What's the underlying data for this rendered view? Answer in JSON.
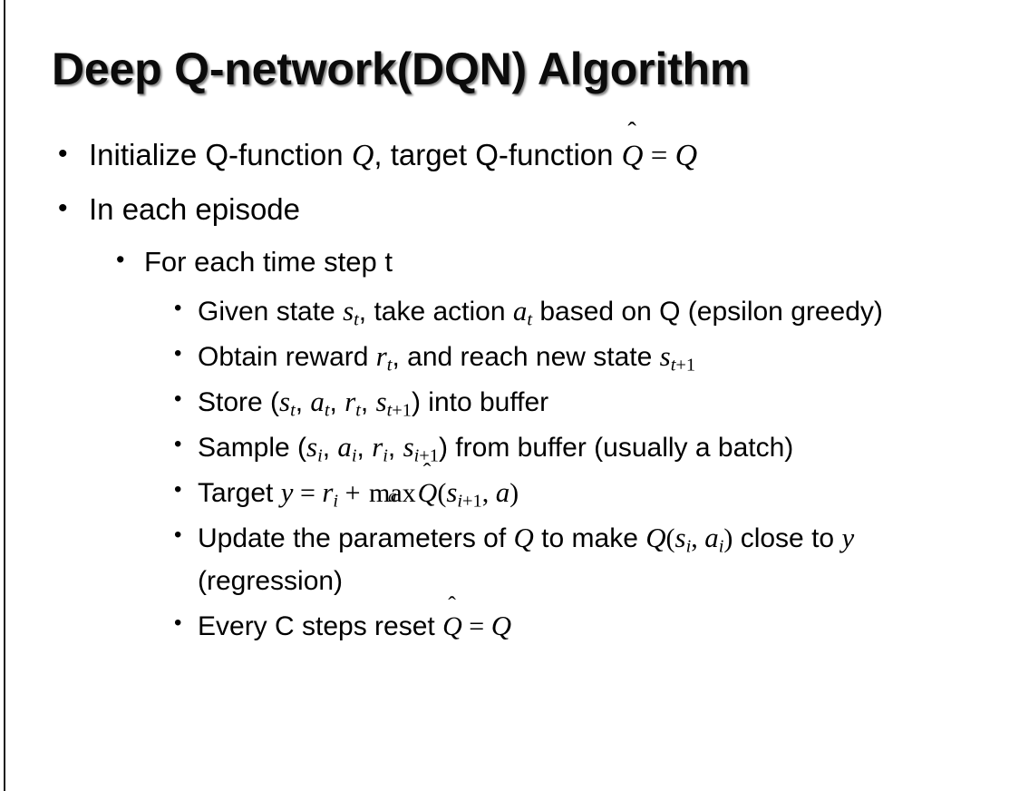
{
  "slide": {
    "title": "Deep Q-network(DQN) Algorithm",
    "background_color": "#ffffff",
    "text_color": "#000000",
    "edge_rule_color": "#1a1a1a",
    "bullet_glyph": "•"
  },
  "bullets": {
    "b1": {
      "level": 1,
      "plain_text": "Initialize Q-function Q, target Q-function Q̂ = Q",
      "pre": "Initialize Q-function ",
      "var_q1": "Q",
      "mid": ", target Q-function ",
      "qhat_base": "Q",
      "qhat_accent": "ˆ",
      "equals": "=",
      "var_q2": "Q"
    },
    "b2": {
      "level": 1,
      "plain_text": "In each episode",
      "text": "In each episode"
    },
    "b3": {
      "level": 2,
      "plain_text": "For each time step t",
      "text": "For each time step t"
    },
    "b4": {
      "level": 3,
      "plain_text": "Given state s_t, take action a_t based on Q (epsilon greedy)",
      "pre": "Given state ",
      "s_base": "s",
      "s_sub": "t",
      "mid": ", take action ",
      "a_base": "a",
      "a_sub": "t",
      "post": " based on Q (epsilon greedy)"
    },
    "b5": {
      "level": 3,
      "plain_text": "Obtain reward r_t, and reach new state s_t+1",
      "pre": "Obtain reward ",
      "r_base": "r",
      "r_sub": "t",
      "mid": ", and reach new state ",
      "s_base": "s",
      "s_sub_var": "t",
      "s_sub_plus": "+1"
    },
    "b6": {
      "level": 3,
      "plain_text": "Store (s_t, a_t, r_t, s_t+1) into buffer",
      "pre": "Store (",
      "s_base": "s",
      "s_sub": "t",
      "sep1": ", ",
      "a_base": "a",
      "a_sub": "t",
      "sep2": ", ",
      "r_base": "r",
      "r_sub": "t",
      "sep3": ", ",
      "s2_base": "s",
      "s2_sub_var": "t",
      "s2_sub_plus": "+1",
      "post": ") into buffer"
    },
    "b7": {
      "level": 3,
      "plain_text": "Sample (s_i, a_i, r_i, s_i+1) from buffer (usually a batch)",
      "pre": "Sample (",
      "s_base": "s",
      "s_sub": "i",
      "sep1": ", ",
      "a_base": "a",
      "a_sub": "i",
      "sep2": ", ",
      "r_base": "r",
      "r_sub": "i",
      "sep3": ", ",
      "s2_base": "s",
      "s2_sub_var": "i",
      "s2_sub_plus": "+1",
      "post": ") from buffer (usually a batch)"
    },
    "b8": {
      "level": 3,
      "plain_text": "Target y = r_i + max_a Q̂(s_i+1, a)",
      "pre": "Target ",
      "y": "y",
      "equals": "=",
      "r_base": "r",
      "r_sub": "i",
      "plus": "+",
      "max_op": "max",
      "max_limit": "a",
      "qhat_base": "Q",
      "qhat_accent": "ˆ",
      "paren_open": "(",
      "s_base": "s",
      "s_sub_var": "i",
      "s_sub_plus": "+1",
      "comma": ", ",
      "a_arg": "a",
      "paren_close": ")"
    },
    "b9": {
      "level": 3,
      "plain_text": "Update the parameters of Q to make Q(s_i, a_i) close to y (regression)",
      "pre": "Update the parameters of ",
      "q1": "Q",
      "mid": " to make ",
      "q2": "Q",
      "paren_open": "(",
      "s_base": "s",
      "s_sub": "i",
      "comma": ", ",
      "a_base": "a",
      "a_sub": "i",
      "paren_close": ")",
      "post": " close to ",
      "y": "y",
      "tail": " (regression)"
    },
    "b10": {
      "level": 3,
      "plain_text": "Every C steps reset Q̂ = Q",
      "pre": "Every C steps reset ",
      "qhat_base": "Q",
      "qhat_accent": "ˆ",
      "equals": "=",
      "q": "Q"
    }
  }
}
